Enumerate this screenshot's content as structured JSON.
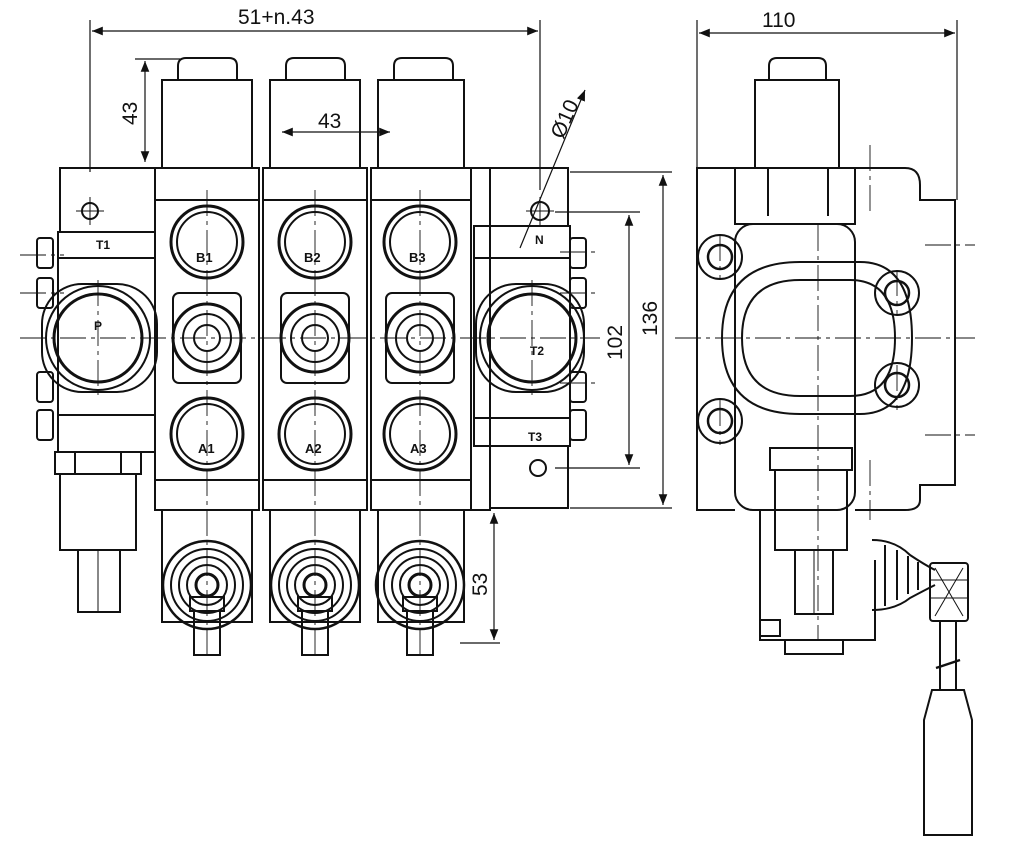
{
  "dimensions": {
    "total_width": "51+n.43",
    "side_width": "110",
    "spool_cap_height": "43",
    "section_pitch": "43",
    "hole_diameter": "Ø10",
    "hole_spacing": "102",
    "body_height": "136",
    "lever_height": "53"
  },
  "ports": {
    "inlet": "P",
    "tank_1": "T1",
    "tank_2": "T2",
    "tank_3": "T3",
    "neutral": "N",
    "work_b": [
      "B1",
      "B2",
      "B3"
    ],
    "work_a": [
      "A1",
      "A2",
      "A3"
    ]
  },
  "colors": {
    "line": "#111111",
    "paper": "#ffffff"
  }
}
